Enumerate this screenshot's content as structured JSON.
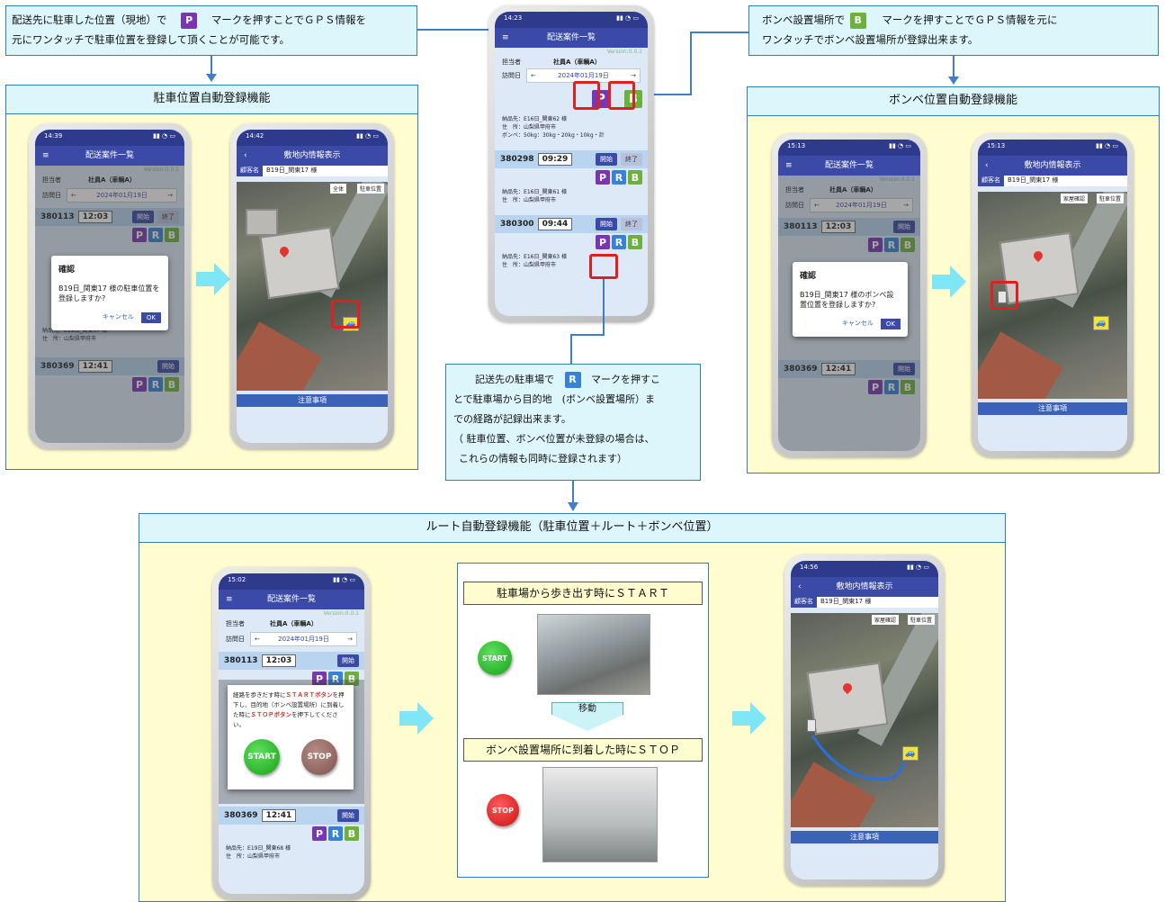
{
  "callouts": {
    "parking": {
      "pre": "配送先に駐車した位置（現地）で",
      "key": "P",
      "post": "マークを押すことでＧＰＳ情報を",
      "line2": "元にワンタッチで駐車位置を登録して頂くことが可能です。"
    },
    "bombe": {
      "pre": "ボンベ設置場所で",
      "key": "B",
      "post": "マークを押すことでＧＰＳ情報を元に",
      "line2": "ワンタッチでボンベ設置場所が登録出来ます。"
    },
    "route": {
      "pre": "記送先の駐車場で",
      "key": "R",
      "post": "マークを押すこ",
      "line2": "とで駐車場から目的地　(ボンベ設置場所）ま",
      "line3": "での経路が記録出来ます。",
      "line4": "（ 駐車位置、ボンベ位置が未登録の場合は、",
      "line5": "これらの情報も同時に登録されます）"
    }
  },
  "panels": {
    "parking_title": "駐車位置自動登録機能",
    "bombe_title": "ボンベ位置自動登録機能",
    "route_title": "ルート自動登録機能（駐車位置＋ルート＋ボンベ位置）"
  },
  "app": {
    "list_title": "配送案件一覧",
    "site_title": "敷地内情報表示",
    "version": "Version:0.0.1",
    "staff_label": "担当者",
    "staff_value": "社員A（車輌A）",
    "visit_label": "訪問日",
    "date": "2024年01月19日",
    "start": "開始",
    "end": "終了",
    "customer_label": "顧客名",
    "customer_value": "B19日_関東17 様",
    "attention": "注意事項",
    "dest_label": "納品先",
    "address_label": "住　所",
    "address": "山梨県甲府市",
    "bombe_label": "ボンベ",
    "all": "全体",
    "house_confirm": "家屋確認",
    "parking_pos": "駐車位置",
    "cylinder_line": "50kg：30kg・20kg・10kg・計",
    "keys": {
      "p": "P",
      "r": "R",
      "b": "B"
    }
  },
  "center_phone": {
    "time": "14:23",
    "cards": [
      {
        "id": "",
        "time": "",
        "dest": "E16日_関東62 様"
      },
      {
        "id": "380298",
        "time": "09:29",
        "dest": "E16日_関東61 様"
      },
      {
        "id": "380300",
        "time": "09:44",
        "dest": "E16日_関東63 様"
      }
    ]
  },
  "left_list_phone": {
    "time": "14:39",
    "cards": [
      {
        "id": "380113",
        "time": "12:03"
      },
      {
        "id": "380369",
        "time": "12:41"
      }
    ],
    "dest": "E19日_関東67 様",
    "dialog_title": "確認",
    "dialog_text": "B19日_関東17 様の駐車位置を登録しますか?",
    "cancel": "キャンセル",
    "ok": "OK"
  },
  "left_map_phone": {
    "time": "14:42"
  },
  "right_list_phone": {
    "time": "15:13",
    "cards": [
      {
        "id": "380113",
        "time": "12:03"
      },
      {
        "id": "380369",
        "time": "12:41"
      }
    ],
    "dialog_title": "確認",
    "dialog_text": "B19日_関東17 様のボンベ設置位置を登録しますか?",
    "cancel": "キャンセル",
    "ok": "OK"
  },
  "right_map_phone": {
    "time": "15:13"
  },
  "route_list_phone": {
    "time": "15:02",
    "cards": [
      {
        "id": "380113",
        "time": "12:03"
      },
      {
        "id": "380369",
        "time": "12:41"
      }
    ],
    "dest": "E19日_関東68 様",
    "instr1": "経路を歩きだす時に",
    "instr_start": "ＳＴＡＲＴボタン",
    "instr2": "を押下し、目的地（ボンベ設置場所）に到着した時に",
    "instr_stop": "ＳＴＯＰボタン",
    "instr3": "を押下してください。",
    "start": "START",
    "stop": "STOP"
  },
  "route_map_phone": {
    "time": "14:56"
  },
  "flow": {
    "start_caption": "駐車場から歩き出す時にＳＴＡＲＴ",
    "move": "移動",
    "stop_caption": "ボンベ設置場所に到着した時にＳＴＯＰ",
    "start": "START",
    "stop": "STOP"
  },
  "colors": {
    "accent": "#3a4aa6",
    "callout": "#ddf6fb",
    "panel": "#fffdd0",
    "highlight": "#e02020",
    "p": "#7a35b2",
    "r": "#3582d6",
    "b": "#6cb23a"
  }
}
